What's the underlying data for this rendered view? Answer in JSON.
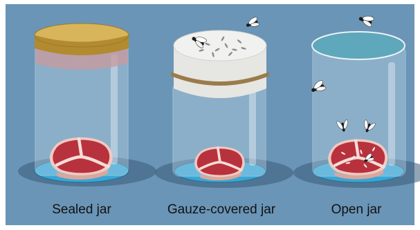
{
  "panel_color": "#6a95b7",
  "jars": [
    {
      "id": "sealed",
      "label": "Sealed jar",
      "cover": "lid",
      "flies": "none",
      "maggots_on_lid": false,
      "maggots_on_meat": false
    },
    {
      "id": "gauze",
      "label": "Gauze-covered jar",
      "cover": "gauze",
      "flies": "outside, landing on gauze",
      "maggots_on_lid": true,
      "maggots_on_meat": false
    },
    {
      "id": "open",
      "label": "Open jar",
      "cover": "none",
      "flies": "outside and inside",
      "maggots_on_lid": false,
      "maggots_on_meat": true
    }
  ],
  "colors": {
    "lid": "#c9a13e",
    "gauze": "#ececea",
    "gauze_band": "#9a7b4a",
    "meat": "#b8323e",
    "fat": "#f1c9c2",
    "plate": "#39a6d5",
    "shadow": "#3a5a78",
    "open_rim": "#4b9bb1"
  },
  "icons": [
    "fly-icon",
    "maggot-icon"
  ]
}
